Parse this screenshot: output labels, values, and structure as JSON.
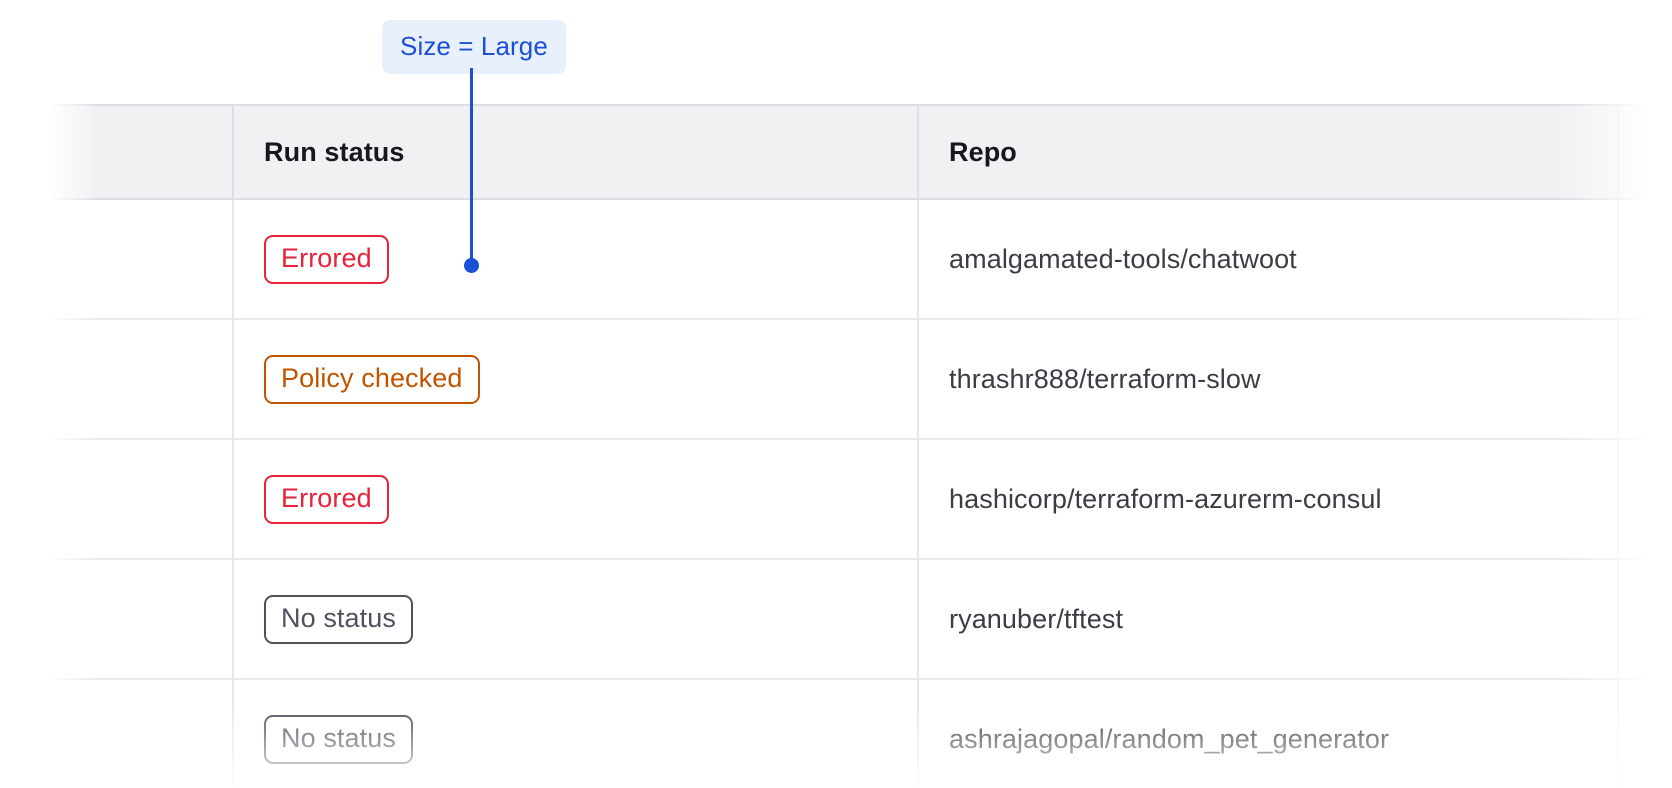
{
  "annotation": {
    "label": "Size = Large",
    "accent_color": "#1a4fd6",
    "background_color": "#e8f0fe",
    "connector": "vertical-line-with-dot"
  },
  "table": {
    "columns": [
      {
        "key": "select",
        "label": ""
      },
      {
        "key": "run_status",
        "label": "Run status"
      },
      {
        "key": "repo",
        "label": "Repo"
      },
      {
        "key": "extra",
        "label": ""
      }
    ],
    "rows": [
      {
        "status": "Errored",
        "status_kind": "errored",
        "repo": "amalgamated-tools/chatwoot"
      },
      {
        "status": "Policy checked",
        "status_kind": "policy-checked",
        "repo": "thrashr888/terraform-slow"
      },
      {
        "status": "Errored",
        "status_kind": "errored",
        "repo": "hashicorp/terraform-azurerm-consul"
      },
      {
        "status": "No status",
        "status_kind": "no-status",
        "repo": "ryanuber/tftest"
      },
      {
        "status": "No status",
        "status_kind": "no-status",
        "repo": "ashrajagopal/random_pet_generator"
      }
    ]
  },
  "colors": {
    "errored": "#e8233a",
    "policy_checked": "#c25400",
    "no_status": "#4e525e",
    "header_background": "#f0f1f3",
    "header_text": "#16181d",
    "body_text": "#3b3d45",
    "row_border": "#e7e8ea"
  }
}
